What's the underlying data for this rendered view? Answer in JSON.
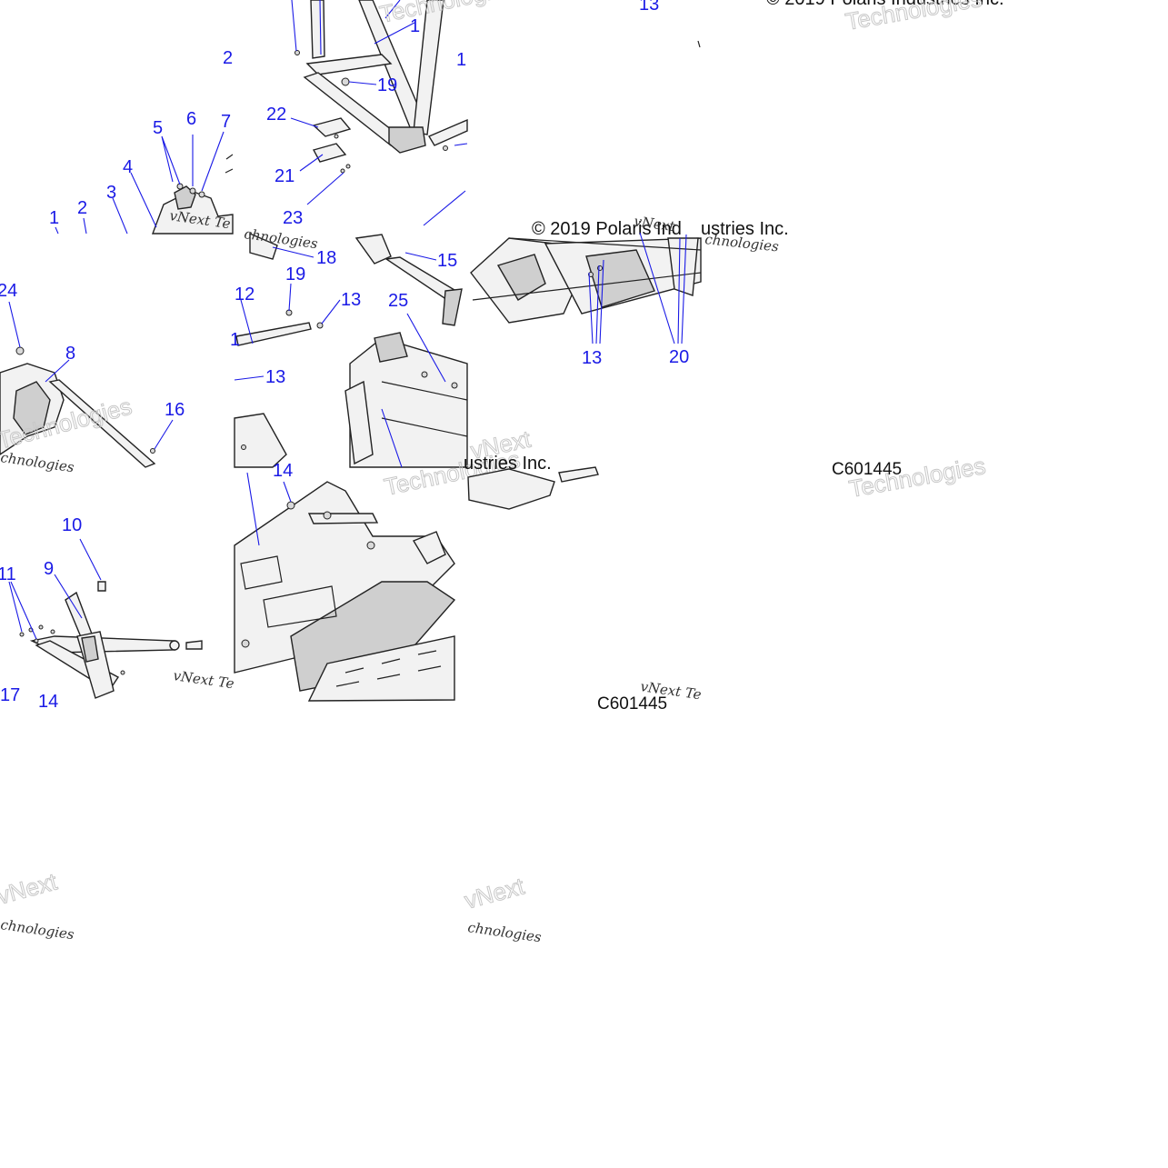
{
  "callouts": {
    "c1a": "1",
    "c2a": "2",
    "c3": "3",
    "c4": "4",
    "c5": "5",
    "c6": "6",
    "c7": "7",
    "c2b": "2",
    "c1b": "1",
    "c19a": "19",
    "c1c": "1",
    "c22": "22",
    "c21": "21",
    "c23": "23",
    "c13a": "13",
    "c18": "18",
    "c19b": "19",
    "c13b": "13",
    "c12": "12",
    "c1d": "1",
    "c13c": "13",
    "c15": "15",
    "c25": "25",
    "c13d": "13",
    "c20": "20",
    "c24": "24",
    "c8": "8",
    "c16": "16",
    "c14a": "14",
    "c10": "10",
    "c11": "11",
    "c9": "9",
    "c17": "17",
    "c14b": "14"
  },
  "copyright": {
    "line1": "© 2019 Polaris Industries Inc.",
    "line2": "© 2019 Polaris Ind",
    "line2b": "ustries Inc.",
    "line3": "ustries Inc."
  },
  "figure_ids": {
    "id1": "C601445",
    "id2": "C601445"
  },
  "watermark": {
    "line1": "vNext",
    "line2": "Technologies",
    "line3": "vNext Te",
    "line4": "chnologies"
  },
  "colors": {
    "callout": "#1a1ae6",
    "line": "#222222",
    "background": "#ffffff"
  }
}
